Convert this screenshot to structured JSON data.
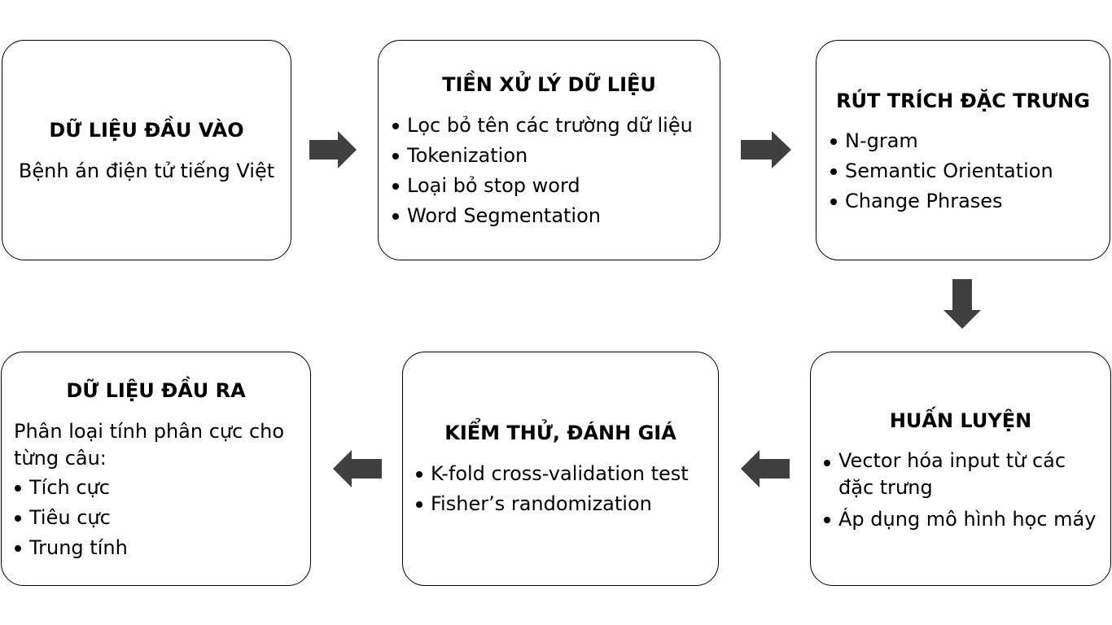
{
  "diagram": {
    "arrow_color": "#404040",
    "border_color": "#000000",
    "steps": {
      "input": {
        "title": "DỮ LIỆU ĐẦU VÀO",
        "description": "Bệnh án điện tử tiếng Việt"
      },
      "preprocessing": {
        "title": "TIỀN XỬ LÝ DỮ LIỆU",
        "items": [
          "Lọc bỏ tên các trường dữ liệu",
          "Tokenization",
          "Loại bỏ stop word",
          "Word Segmentation"
        ]
      },
      "feature_extraction": {
        "title": "RÚT TRÍCH ĐẶC TRƯNG",
        "items": [
          "N-gram",
          "Semantic Orientation",
          "Change Phrases"
        ]
      },
      "training": {
        "title": "HUẤN LUYỆN",
        "items": [
          "Vector hóa input từ các đặc trưng",
          "Áp dụng mô hình học máy"
        ]
      },
      "evaluation": {
        "title": "KIỂM THỬ, ĐÁNH GIÁ",
        "items": [
          "K-fold cross-validation test",
          "Fisher’s randomization"
        ]
      },
      "output": {
        "title": "DỮ LIỆU ĐẦU RA",
        "description": "Phân loại tính phân cực cho từng câu:",
        "items": [
          "Tích cực",
          "Tiêu cực",
          "Trung tính"
        ]
      }
    }
  }
}
